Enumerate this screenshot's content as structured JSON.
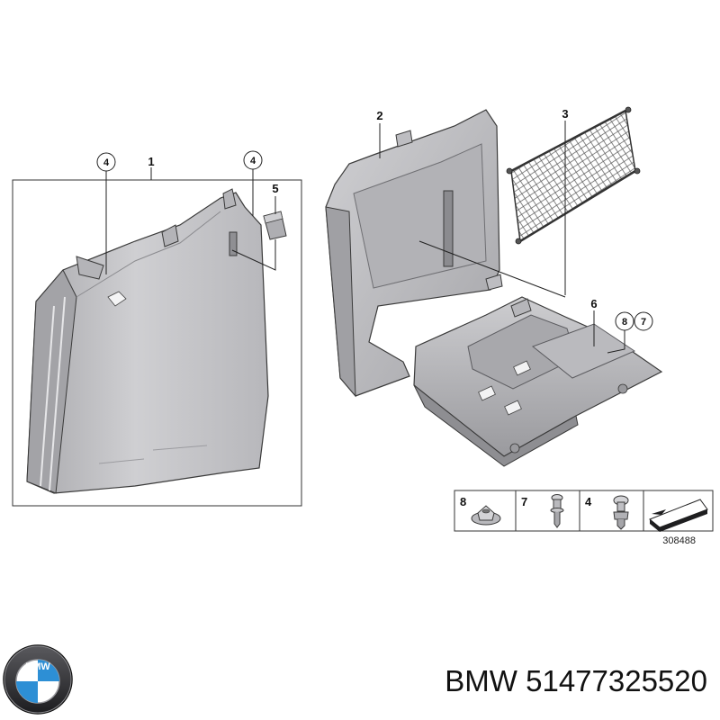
{
  "diagram": {
    "callouts": {
      "p1": "1",
      "p2": "2",
      "p3": "3",
      "p4a": "4",
      "p4b": "4",
      "p5": "5",
      "p6": "6",
      "p8": "8",
      "p7": "7"
    },
    "legend": {
      "items": [
        {
          "number": "8",
          "fastener": "nut-icon"
        },
        {
          "number": "7",
          "fastener": "screw-icon"
        },
        {
          "number": "4",
          "fastener": "clip-icon"
        }
      ],
      "reference_number": "308488"
    }
  },
  "footer": {
    "brand_logo_text": "BMW",
    "caption": "BMW 51477325520"
  },
  "colors": {
    "part_fill": "#c7c7c9",
    "part_shade": "#9d9da1",
    "outline": "#3a3a3a",
    "logo_blue": "#2d8fd5"
  }
}
